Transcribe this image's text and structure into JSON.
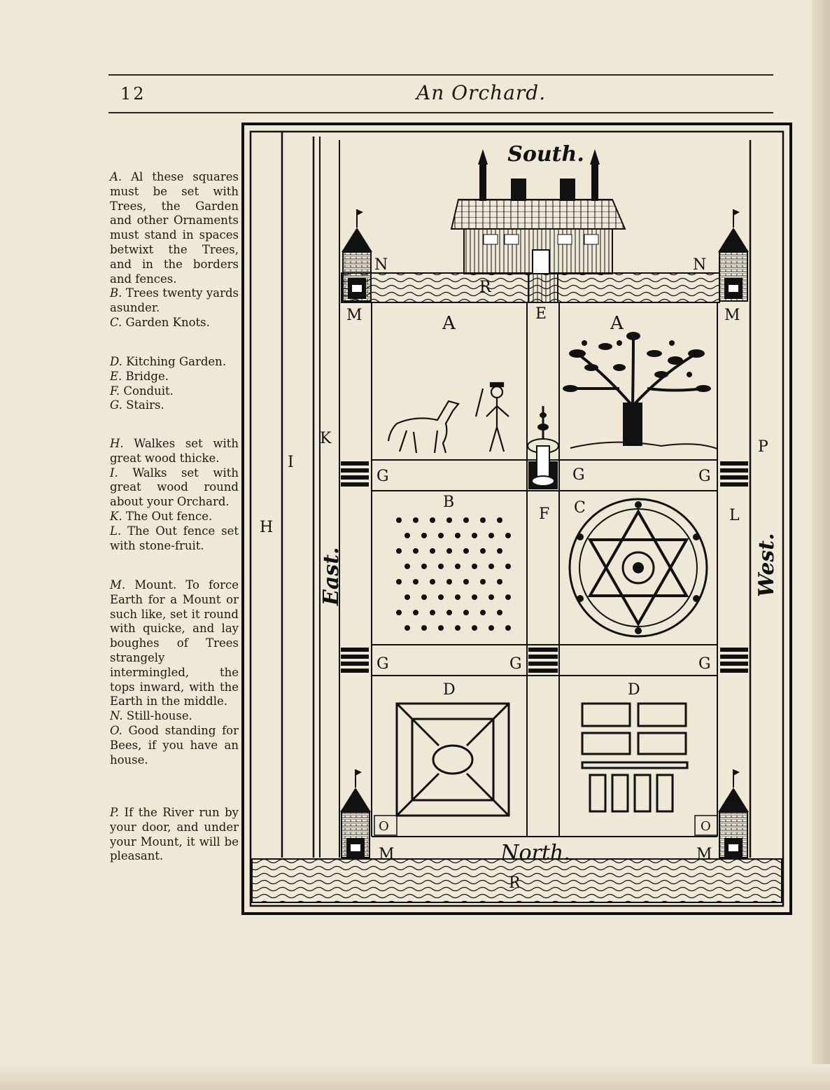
{
  "header": {
    "page_number": "12",
    "title": "An Orchard."
  },
  "legend": [
    {
      "letter": "A.",
      "text": "Al these squares must be set with Trees, the Garden and other Ornaments must stand in spaces betwixt the Trees, and in the borders and fences."
    },
    {
      "letter": "B.",
      "text": "Trees twenty yards asunder."
    },
    {
      "letter": "C.",
      "text": "Garden Knots."
    },
    {
      "letter": "D.",
      "text": "Kitching Garden."
    },
    {
      "letter": "E.",
      "text": "Bridge."
    },
    {
      "letter": "F.",
      "text": "Conduit."
    },
    {
      "letter": "G.",
      "text": "Stairs."
    },
    {
      "letter": "H.",
      "text": "Walkes set with great wood thicke."
    },
    {
      "letter": "I.",
      "text": "Walks set with great wood round about your Orchard."
    },
    {
      "letter": "K.",
      "text": "The Out fence."
    },
    {
      "letter": "L.",
      "text": "The Out fence set with stone-fruit."
    },
    {
      "letter": "M.",
      "text": "Mount. To force Earth for a Mount or such like, set it round with quicke, and lay boughes of Trees strangely intermingled, the tops inward, with the Earth in the middle."
    },
    {
      "letter": "N.",
      "text": "Still-house."
    },
    {
      "letter": "O.",
      "text": "Good standing for Bees, if you have an house."
    },
    {
      "letter": "P.",
      "text": "If the River run by your door, and under your Mount, it will be pleasant."
    }
  ],
  "plan": {
    "compass": {
      "south": "South.",
      "north": "North.",
      "east": "East.",
      "west": "West."
    },
    "labels": {
      "A": "A",
      "B": "B",
      "C": "C",
      "D": "D",
      "E": "E",
      "F": "F",
      "G": "G",
      "H": "H",
      "I": "I",
      "K": "K",
      "L": "L",
      "M": "M",
      "N": "N",
      "O": "O",
      "P": "P",
      "R": "R"
    }
  }
}
